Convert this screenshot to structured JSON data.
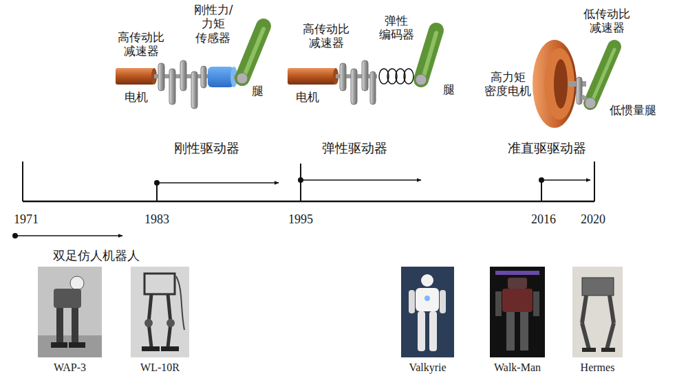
{
  "diagram": {
    "nodes": [
      {
        "text": [
          "WAP-3"
        ]
      },
      {
        "text": [
          "WL-10R"
        ]
      },
      {
        "text": [
          "Valkyrie"
        ]
      },
      {
        "text": [
          "Walk-Man"
        ]
      },
      {
        "text": [
          "Hermes"
        ]
      }
    ],
    "labels": [
      "刚性力/力矩 传感器",
      "高传动比 减速器",
      "电机",
      "腿",
      "弹性 编码器",
      "高传动比 减速器",
      "电机",
      "腿",
      "低传动比 减速器",
      "高力矩 密度电机",
      "低惯量腿",
      "刚性驱动器",
      "弹性驱动器",
      "准直驱驱动器",
      "1971",
      "1983",
      "1995",
      "2016",
      "2020",
      "双足仿人机器人"
    ]
  }
}
